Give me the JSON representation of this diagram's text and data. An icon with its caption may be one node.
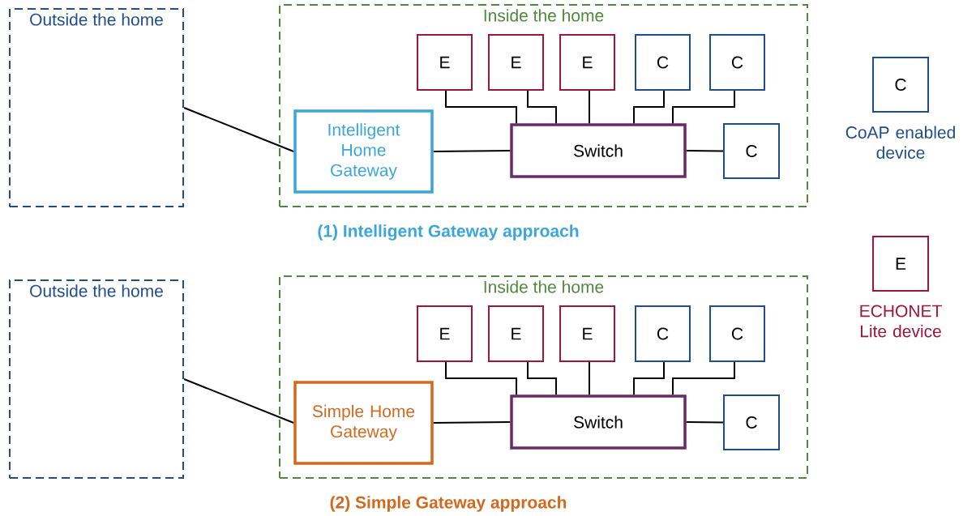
{
  "diagram": {
    "nodes": [
      {
        "text": [
          "Outside the home"
        ]
      },
      {
        "text": [
          "Inside the home"
        ]
      },
      {
        "text": [
          "E"
        ],
        "in": 1
      },
      {
        "text": [
          "E"
        ],
        "in": 1
      },
      {
        "text": [
          "E"
        ],
        "in": 1
      },
      {
        "text": [
          "C"
        ],
        "in": 1
      },
      {
        "text": [
          "C"
        ],
        "in": 1
      },
      {
        "text": [
          "Intelligent Home Gateway"
        ],
        "in": 1
      },
      {
        "text": [
          "Switch"
        ],
        "in": 1
      },
      {
        "text": [
          "C"
        ],
        "in": 1
      },
      {
        "text": [
          "C"
        ],
        "beside": [
          "CoAP enabled device"
        ]
      },
      {
        "text": [
          "Outside the home"
        ]
      },
      {
        "text": [
          "Inside the home"
        ]
      },
      {
        "text": [
          "E"
        ],
        "in": 12
      },
      {
        "text": [
          "E"
        ],
        "in": 12
      },
      {
        "text": [
          "E"
        ],
        "in": 12
      },
      {
        "text": [
          "C"
        ],
        "in": 12
      },
      {
        "text": [
          "C"
        ],
        "in": 12
      },
      {
        "text": [
          "Simple Home Gateway"
        ],
        "in": 12
      },
      {
        "text": [
          "Switch"
        ],
        "in": 12
      },
      {
        "text": [
          "C"
        ],
        "in": 12
      },
      {
        "text": [
          "E"
        ],
        "beside": [
          "ECHONET Lite device"
        ]
      }
    ],
    "edges": [
      {
        "from": 0,
        "to": 7,
        "arrow": "none"
      },
      {
        "from": 7,
        "to": 8,
        "arrow": "none"
      },
      {
        "from": 2,
        "to": 8,
        "arrow": "none"
      },
      {
        "from": 3,
        "to": 8,
        "arrow": "none"
      },
      {
        "from": 4,
        "to": 8,
        "arrow": "none"
      },
      {
        "from": 5,
        "to": 8,
        "arrow": "none"
      },
      {
        "from": 6,
        "to": 8,
        "arrow": "none"
      },
      {
        "from": 8,
        "to": 9,
        "arrow": "none"
      },
      {
        "from": 11,
        "to": 18,
        "arrow": "none"
      },
      {
        "from": 18,
        "to": 19,
        "arrow": "none"
      },
      {
        "from": 13,
        "to": 19,
        "arrow": "none"
      },
      {
        "from": 14,
        "to": 19,
        "arrow": "none"
      },
      {
        "from": 15,
        "to": 19,
        "arrow": "none"
      },
      {
        "from": 16,
        "to": 19,
        "arrow": "none"
      },
      {
        "from": 17,
        "to": 19,
        "arrow": "none"
      },
      {
        "from": 19,
        "to": 20,
        "arrow": "none"
      }
    ],
    "labels": [
      "(1) Intelligent Gateway approach",
      "(2) Simple Gateway approach"
    ]
  }
}
